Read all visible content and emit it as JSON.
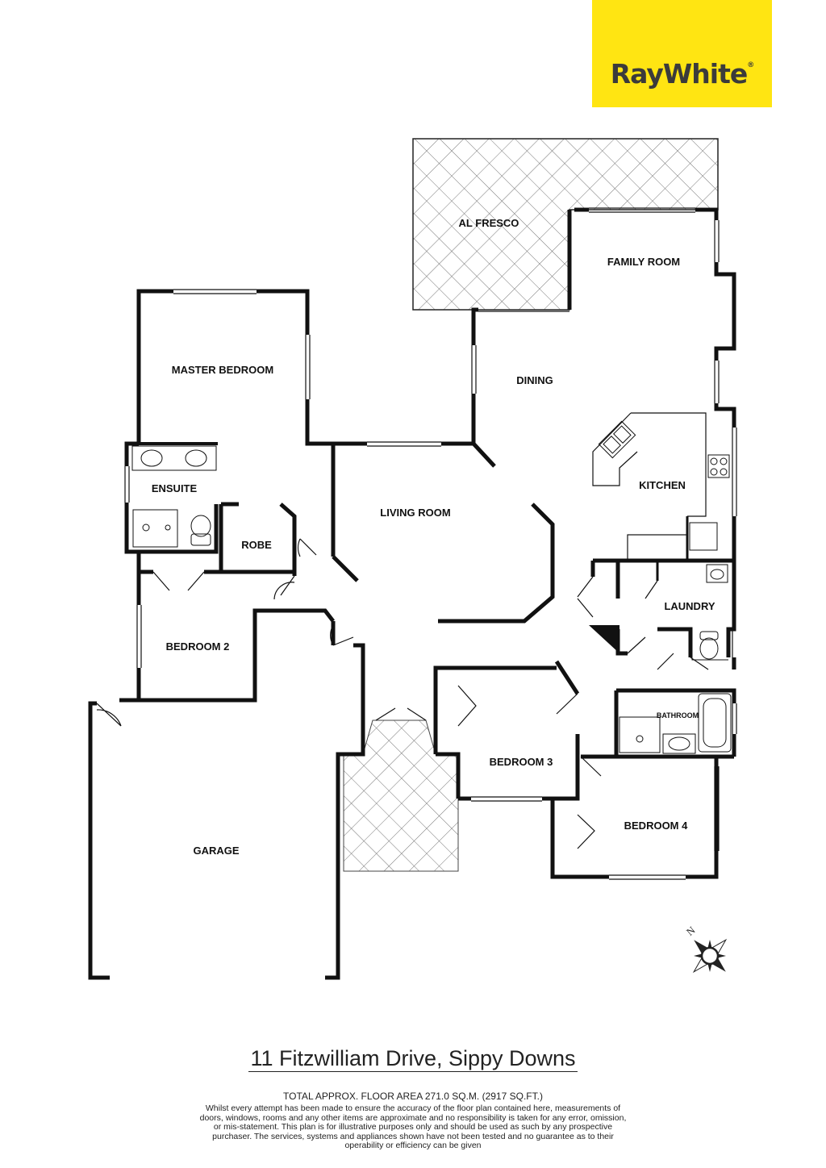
{
  "brand": {
    "logo_text": "RayWhite",
    "trademark": "®",
    "logo_bg": "#ffe512"
  },
  "rooms": {
    "al_fresco": "AL FRESCO",
    "family_room": "FAMILY ROOM",
    "master_bedroom": "MASTER BEDROOM",
    "dining": "DINING",
    "ensuite": "ENSUITE",
    "kitchen": "KITCHEN",
    "living_room": "LIVING ROOM",
    "robe": "ROBE",
    "laundry": "LAUNDRY",
    "bedroom_2": "BEDROOM 2",
    "bathroom": "BATHROOM",
    "bedroom_3": "BEDROOM 3",
    "bedroom_4": "BEDROOM 4",
    "garage": "GARAGE"
  },
  "compass": {
    "north_label": "N"
  },
  "footer": {
    "address": "11 Fitzwilliam Drive, Sippy Downs",
    "floor_area": "TOTAL APPROX. FLOOR AREA 271.0 SQ.M. (2917 SQ.FT.)",
    "disclaimer": "Whilst every attempt has been made to ensure the accuracy of the floor plan contained here, measurements of doors, windows, rooms and any other items are approximate and no responsibility is taken for any error, omission, or mis-statement. This plan is for illustrative purposes only and should be used as such by any prospective purchaser. The services, systems and appliances shown have not been tested and no guarantee as to their operability or efficiency can be given"
  },
  "colors": {
    "wall": "#111111",
    "hatch": "#777777"
  }
}
